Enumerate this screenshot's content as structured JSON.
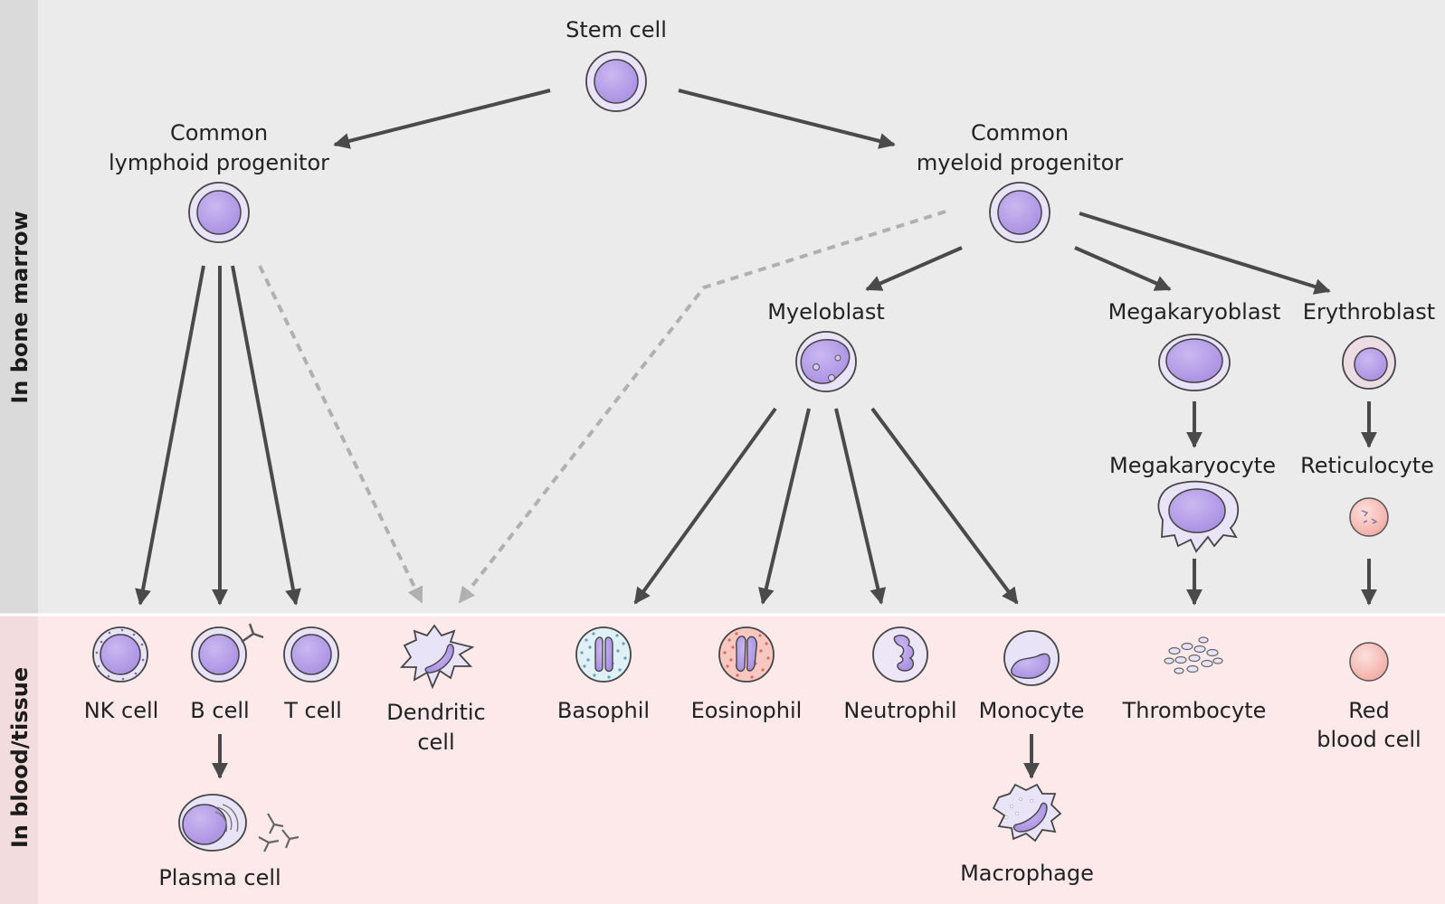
{
  "sections": {
    "bone_marrow": "In bone marrow",
    "blood_tissue": "In blood/tissue"
  },
  "colors": {
    "bone_marrow_bg": "#ebebeb",
    "blood_tissue_bg": "#fde9ea",
    "side_bar_top": "#dadada",
    "side_bar_bottom": "#f3dcdd",
    "cell_membrane": "#e8e3f6",
    "cell_nucleus": "#b9a2ea",
    "arrow": "#4a4a4a",
    "dashed_arrow": "#b0b0b0"
  },
  "nodes": {
    "stem_cell": "Stem cell",
    "clp": [
      "Common",
      "lymphoid progenitor"
    ],
    "cmp": [
      "Common",
      "myeloid progenitor"
    ],
    "myeloblast": "Myeloblast",
    "megakaryoblast": "Megakaryoblast",
    "erythroblast": "Erythroblast",
    "megakaryocyte": "Megakaryocyte",
    "reticulocyte": "Reticulocyte",
    "nk_cell": "NK cell",
    "b_cell": "B cell",
    "t_cell": "T cell",
    "dendritic_cell": [
      "Dendritic",
      "cell"
    ],
    "basophil": "Basophil",
    "eosinophil": "Eosinophil",
    "neutrophil": "Neutrophil",
    "monocyte": "Monocyte",
    "thrombocyte": "Thrombocyte",
    "red_blood_cell": [
      "Red",
      "blood cell"
    ],
    "plasma_cell": "Plasma cell",
    "macrophage": "Macrophage"
  }
}
